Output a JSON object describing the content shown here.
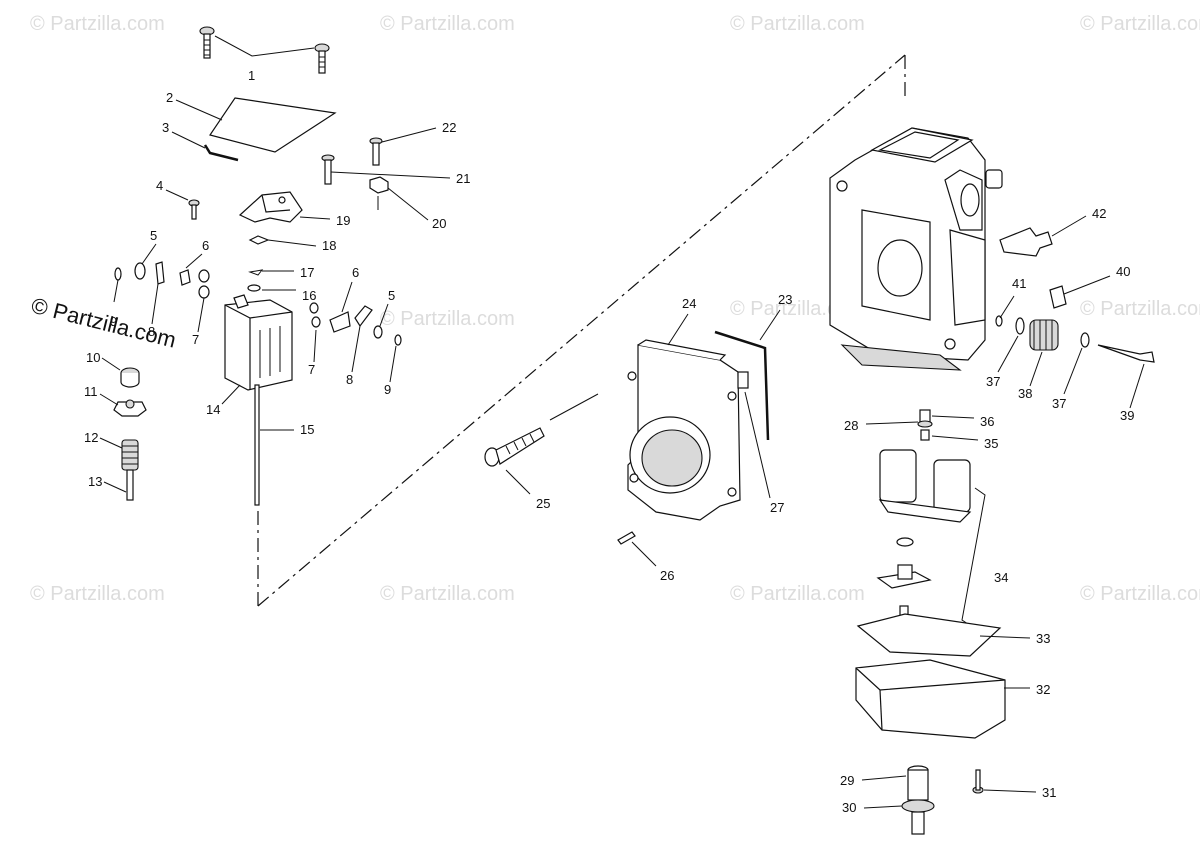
{
  "watermark": {
    "text": "© Partzilla.com",
    "big_text": "© Partzilla.com"
  },
  "callouts": [
    "1",
    "2",
    "3",
    "4",
    "5",
    "6",
    "7",
    "8",
    "9",
    "10",
    "11",
    "12",
    "13",
    "14",
    "15",
    "16",
    "17",
    "18",
    "19",
    "20",
    "21",
    "22",
    "23",
    "24",
    "25",
    "26",
    "27",
    "28",
    "29",
    "30",
    "31",
    "32",
    "33",
    "34",
    "35",
    "36",
    "37",
    "38",
    "39",
    "40",
    "41",
    "42"
  ],
  "colors": {
    "line": "#111111",
    "watermark": "#dcdcdc",
    "shade": "#d9d9d9"
  }
}
